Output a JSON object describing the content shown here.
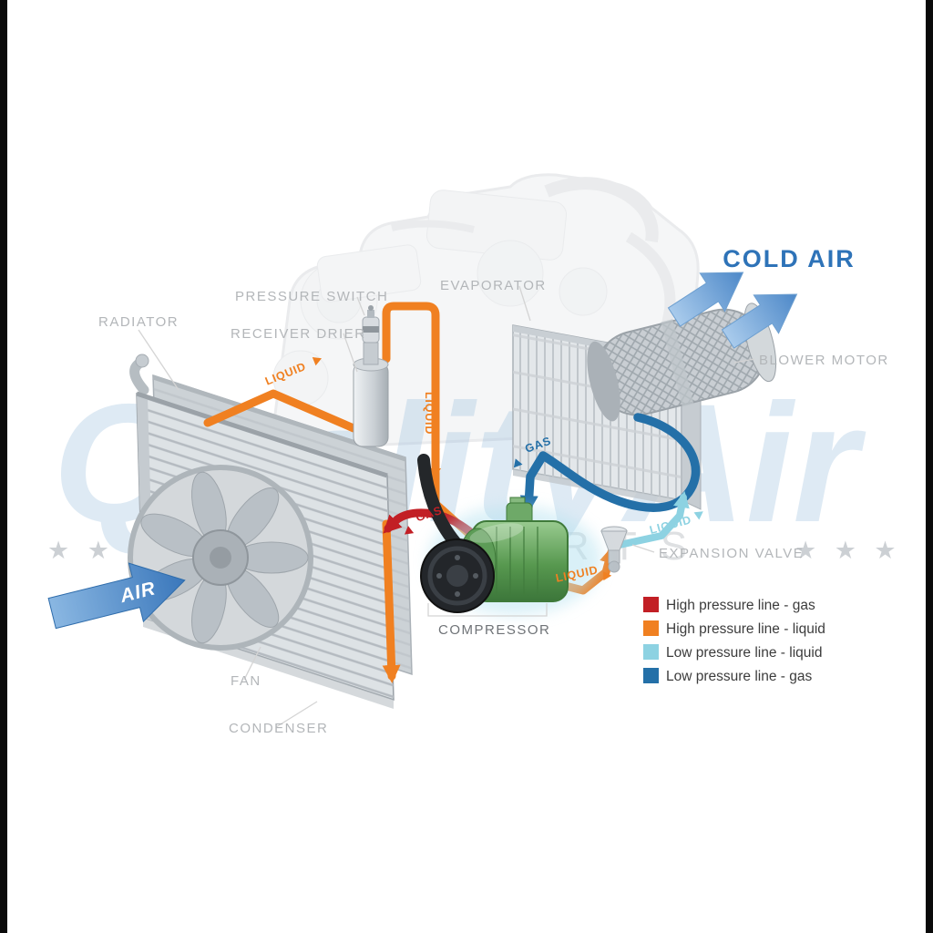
{
  "watermark": {
    "brand": "QualityAir",
    "ghost_text": "AUTO PARTS",
    "stars_left": "★ ★ ★",
    "stars_right": "★ ★ ★"
  },
  "component_labels": {
    "radiator": "RADIATOR",
    "pressure_switch": "PRESSURE SWITCH",
    "receiver_drier": "RECEIVER DRIER",
    "evaporator": "EVAPORATOR",
    "blower_motor": "BLOWER MOTOR",
    "cold_air": "COLD AIR",
    "expansion_valve": "EXPANSION VALVE",
    "compressor": "COMPRESSOR",
    "fan": "FAN",
    "condenser": "CONDENSER",
    "air": "AIR"
  },
  "flow_labels": {
    "condenser_to_drier": "LIQUID",
    "drier_down": "LIQUID",
    "evap_to_compressor": "GAS",
    "compressor_to_condenser": "GAS",
    "valve_to_evap": "LIQUID",
    "to_expansion_valve": "LIQUID"
  },
  "legend": {
    "items": [
      {
        "label": "High pressure line - gas",
        "color": "#c21f25"
      },
      {
        "label": "High pressure line - liquid",
        "color": "#f08021"
      },
      {
        "label": "Low pressure line - liquid",
        "color": "#8dd2e2"
      },
      {
        "label": "Low pressure line -  gas",
        "color": "#2470a8"
      }
    ]
  },
  "colors": {
    "high_pressure_gas": "#c21f25",
    "high_pressure_liquid": "#f08021",
    "low_pressure_liquid": "#8dd2e2",
    "low_pressure_gas": "#2470a8",
    "cold_air_text": "#2e73b8",
    "compressor_green": "#57984f",
    "label_gray": "#b3b6b9"
  }
}
